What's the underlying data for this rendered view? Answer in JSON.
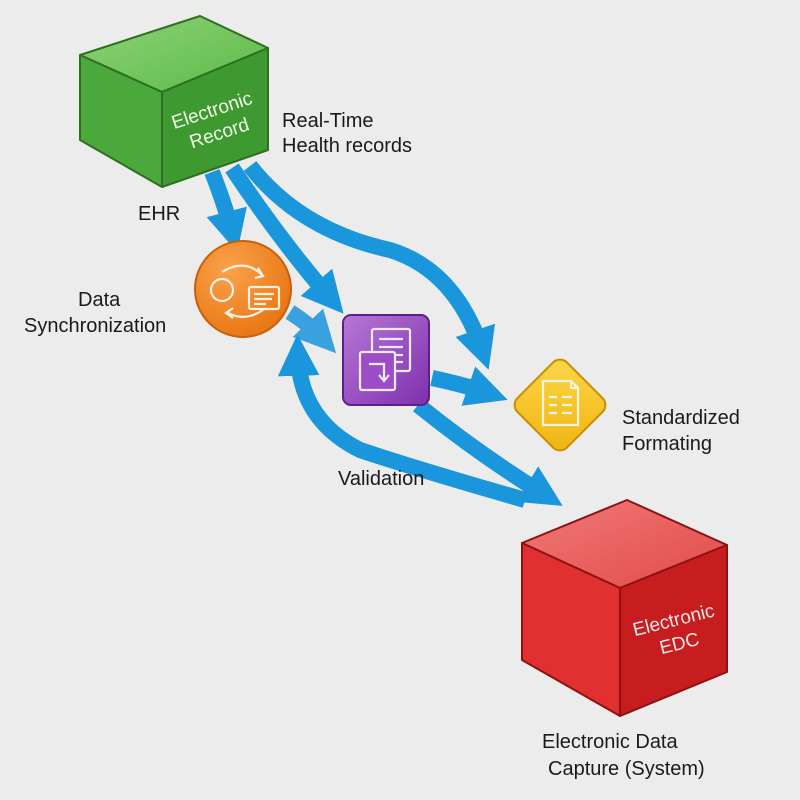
{
  "nodes": {
    "ehr": {
      "face_line1": "Electronic",
      "face_line2": "Record",
      "caption": "EHR",
      "side_line1": "Real-Time",
      "side_line2": "Health records",
      "color": "#4cae3c"
    },
    "sync": {
      "line1": "Data",
      "line2": "Synchronization",
      "color": "#f07c1c",
      "icon": "sync-document-icon"
    },
    "validation": {
      "label": "Validation",
      "color": "#8e3fb8",
      "icon": "documents-transfer-icon"
    },
    "formatting": {
      "line1": "Standardized",
      "line2": "Formating",
      "color": "#f5c21b",
      "icon": "document-lines-icon"
    },
    "edc": {
      "face_line1": "Electronic",
      "face_line2": "EDC",
      "caption_line1": "Electronic Data",
      "caption_line2": "Capture (System)",
      "color": "#d8282a"
    }
  },
  "arrow_color": "#1a96dc"
}
